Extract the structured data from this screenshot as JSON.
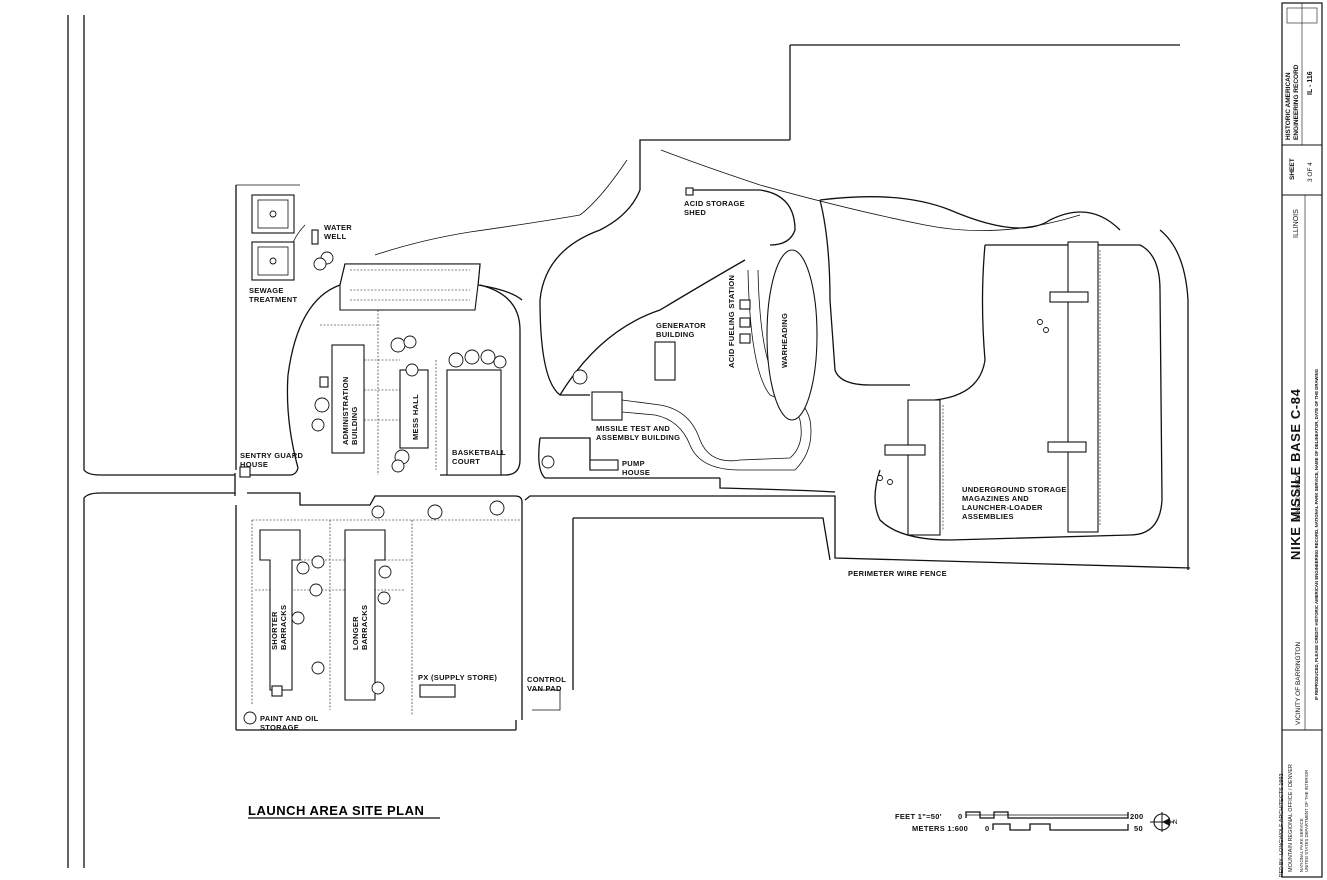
{
  "drawing": {
    "title": "LAUNCH AREA SITE PLAN",
    "labels": {
      "water_well_1": "WATER",
      "water_well_2": "WELL",
      "sewage_1": "SEWAGE",
      "sewage_2": "TREATMENT",
      "admin_1": "ADMINISTRATION",
      "admin_2": "BUILDING",
      "mess_hall": "MESS HALL",
      "basketball_1": "BASKETBALL",
      "basketball_2": "COURT",
      "sentry_1": "SENTRY GUARD",
      "sentry_2": "HOUSE",
      "acid_shed_1": "ACID STORAGE",
      "acid_shed_2": "SHED",
      "generator_1": "GENERATOR",
      "generator_2": "BUILDING",
      "acid_fueling": "ACID FUELING STATION",
      "warheading": "WARHEADING",
      "missile_test_1": "MISSILE TEST AND",
      "missile_test_2": "ASSEMBLY BUILDING",
      "pump_1": "PUMP",
      "pump_2": "HOUSE",
      "underground_1": "UNDERGROUND STORAGE",
      "underground_2": "MAGAZINES AND",
      "underground_3": "LAUNCHER-LOADER",
      "underground_4": "ASSEMBLIES",
      "perimeter": "PERIMETER WIRE FENCE",
      "shorter_1": "SHORTER",
      "shorter_2": "BARRACKS",
      "longer_1": "LONGER",
      "longer_2": "BARRACKS",
      "px": "PX (SUPPLY STORE)",
      "control_1": "CONTROL",
      "control_2": "VAN PAD",
      "paint_1": "PAINT AND OIL",
      "paint_2": "STORAGE"
    },
    "scale": {
      "feet_label": "FEET  1\"=50'",
      "feet_zero": "0",
      "feet_max": "200",
      "meters_label": "METERS  1:600",
      "meters_zero": "0",
      "meters_max": "50"
    },
    "north_symbol": "north-arrow-icon"
  },
  "title_block": {
    "project_title": "NIKE MISSILE BASE C-84",
    "county": "LAKE COUNTY",
    "vicinity": "VICINITY OF BARRINGTON",
    "state": "ILLINOIS",
    "sheet_label": "SHEET",
    "sheet_number": "3 OF 4",
    "record_1": "HISTORIC AMERICAN",
    "record_2": "ENGINEERING RECORD",
    "record_number": "IL - 116",
    "credit_line": "IF REPRODUCED, PLEASE CREDIT: HISTORIC AMERICAN ENGINEERING RECORD, NATIONAL PARK SERVICE, NAME OF DELINEATOR, DATE OF THE DRAWING",
    "delineator": "LONGWOLF ARCHITECTS 1993",
    "office": "MOUNTAIN REGIONAL OFFICE / DENVER",
    "agency_1": "NATIONAL PARK SERVICE",
    "agency_2": "UNITED STATES DEPARTMENT OF THE INTERIOR",
    "recorded_by": "RED BY"
  },
  "colors": {
    "ink": "#111111",
    "paper": "#ffffff"
  }
}
